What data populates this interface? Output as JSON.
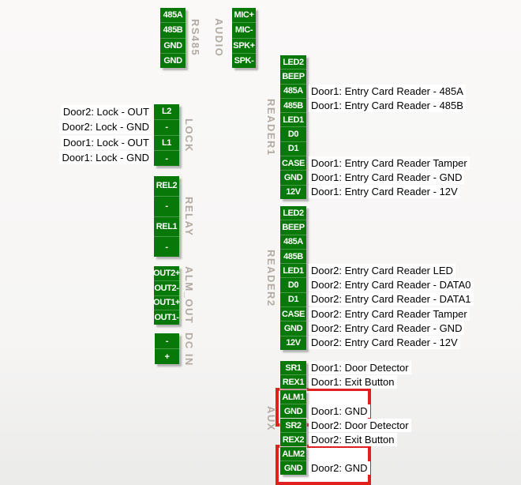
{
  "colors": {
    "green": "#087808",
    "red": "#e02020",
    "gray": "#b2aaa2",
    "annbg": "#ffffff",
    "bg": "#f8f7f6",
    "pin_text": "#ffffff",
    "annotation_text": "#000000"
  },
  "groups": {
    "rs485": {
      "label": "RS485",
      "pins": [
        "485A",
        "485B",
        "GND",
        "GND"
      ]
    },
    "audio": {
      "label": "AUDIO",
      "pins": [
        "MIC+",
        "MIC-",
        "SPK+",
        "SPK-"
      ]
    },
    "lock": {
      "label": "LOCK",
      "pins": [
        "L2",
        "-",
        "L1",
        "-"
      ],
      "annotations": [
        "Door2: Lock - OUT",
        "Door2: Lock - GND",
        "Door1: Lock - OUT",
        "Door1: Lock - GND"
      ]
    },
    "relay": {
      "label": "RELAY",
      "pins": [
        "REL2",
        "-",
        "REL1",
        "-"
      ]
    },
    "alm_out": {
      "label": "ALM_OUT",
      "pins": [
        "OUT2+",
        "OUT2-",
        "OUT1+",
        "OUT1-"
      ]
    },
    "dc_in": {
      "label": "DC IN",
      "pins": [
        "-",
        "+"
      ]
    },
    "reader1": {
      "label": "READER1",
      "pins": [
        "LED2",
        "BEEP",
        "485A",
        "485B",
        "LED1",
        "D0",
        "D1",
        "CASE",
        "GND",
        "12V"
      ],
      "annotations": [
        "Door1: Entry Card Reader - 485A",
        "Door1: Entry Card Reader - 485B",
        "Door1: Entry Card Reader Tamper",
        "Door1: Entry Card Reader - GND",
        "Door1: Entry Card Reader - 12V"
      ]
    },
    "reader2": {
      "label": "READER2",
      "pins": [
        "LED2",
        "BEEP",
        "485A",
        "485B",
        "LED1",
        "D0",
        "D1",
        "CASE",
        "GND",
        "12V"
      ],
      "annotations": [
        "Door2: Entry Card Reader LED",
        "Door2: Entry Card Reader - DATA0",
        "Door2: Entry Card Reader - DATA1",
        "Door2: Entry Card Reader Tamper",
        "Door2: Entry Card Reader - GND",
        "Door2: Entry Card Reader - 12V"
      ]
    },
    "aux": {
      "label": "AUX",
      "block1": {
        "pins": [
          "SR1",
          "REX1"
        ],
        "annotations": [
          "Door1: Door Detector",
          "Door1: Exit Button"
        ]
      },
      "block2": {
        "pins": [
          "ALM1",
          "GND"
        ],
        "annotations": [
          "Door1: GND"
        ]
      },
      "block3": {
        "pins": [
          "SR2",
          "REX2"
        ],
        "annotations": [
          "Door2: Door Detector",
          "Door2: Exit Button"
        ]
      },
      "block4": {
        "pins": [
          "ALM2",
          "GND"
        ],
        "annotations": [
          "Door2: GND"
        ]
      }
    }
  }
}
